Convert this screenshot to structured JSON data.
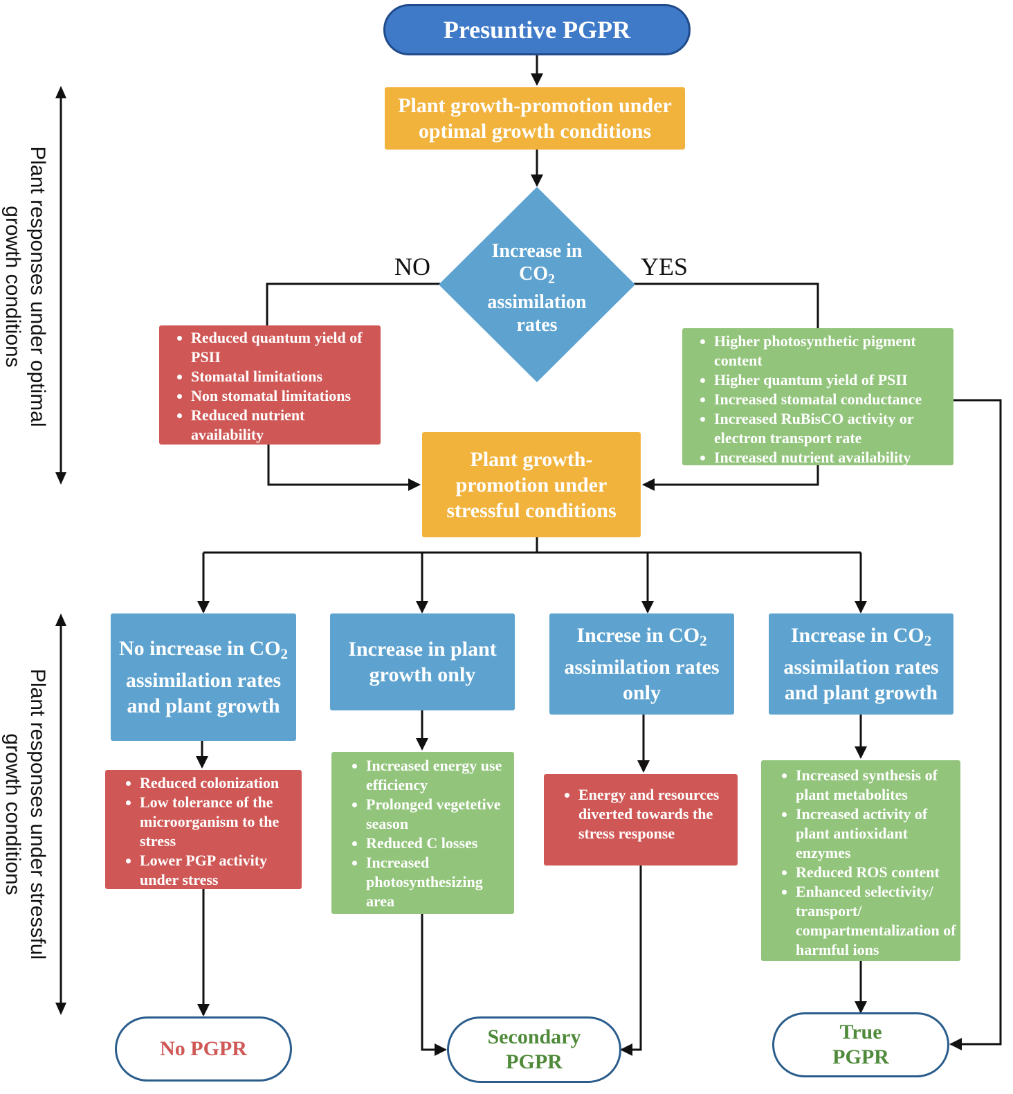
{
  "start": "Presuntive PGPR",
  "optimal_box": [
    "Plant growth-promotion under",
    "optimal growth conditions"
  ],
  "decision": [
    "Increase in",
    "CO",
    "2",
    "assimilation",
    "rates"
  ],
  "no_label": "NO",
  "yes_label": "YES",
  "no_list": [
    "Reduced quantum yield of PSII",
    "Stomatal limitations",
    "Non stomatal limitations",
    "Reduced nutrient availability"
  ],
  "yes_list": [
    "Higher photosynthetic pigment content",
    "Higher quantum yield of PSII",
    "Increased stomatal conductance",
    "Increased RuBisCO activity or electron transport rate",
    "Increased nutrient availability"
  ],
  "stress_box": [
    "Plant growth-",
    "promotion under",
    "stressful conditions"
  ],
  "side_label_top": [
    "Plant responses under optimal",
    "growth conditions"
  ],
  "side_label_bottom": [
    "Plant responses under stressful",
    "growth conditions"
  ],
  "outcomes": [
    {
      "lines": [
        "No increase in CO",
        "2",
        "assimilation rates",
        "and plant growth"
      ]
    },
    {
      "lines": [
        "Increase in plant",
        "growth only"
      ]
    },
    {
      "lines": [
        "Increse in CO",
        "2",
        "assimilation rates",
        "only"
      ]
    },
    {
      "lines": [
        "Increase in CO",
        "2",
        "assimilation rates",
        "and plant growth"
      ]
    }
  ],
  "outcome_details": [
    [
      "Reduced colonization",
      "Low tolerance of the microorganism to the stress",
      "Lower PGP activity under stress"
    ],
    [
      "Increased energy use efficiency",
      "Prolonged vegetetive season",
      "Reduced C losses",
      "Increased photosynthesizing area"
    ],
    [
      "Energy and resources diverted towards the stress response"
    ],
    [
      "Increased synthesis of plant metabolites",
      "Increased activity of plant antioxidant enzymes",
      "Reduced ROS content",
      "Enhanced selectivity/ transport/ compartmentalization of harmful ions"
    ]
  ],
  "results": {
    "no": "No PGPR",
    "secondary": [
      "Secondary",
      "PGPR"
    ],
    "true": [
      "True",
      "PGPR"
    ]
  },
  "colors": {
    "orange": "#f2b33d",
    "blue": "#5ea3d0",
    "red": "#cf5856",
    "green": "#92c47b",
    "start": "#3f7ac8",
    "no_pgpr_text": "#cf5856",
    "pgpr_text": "#4f8a3a"
  }
}
